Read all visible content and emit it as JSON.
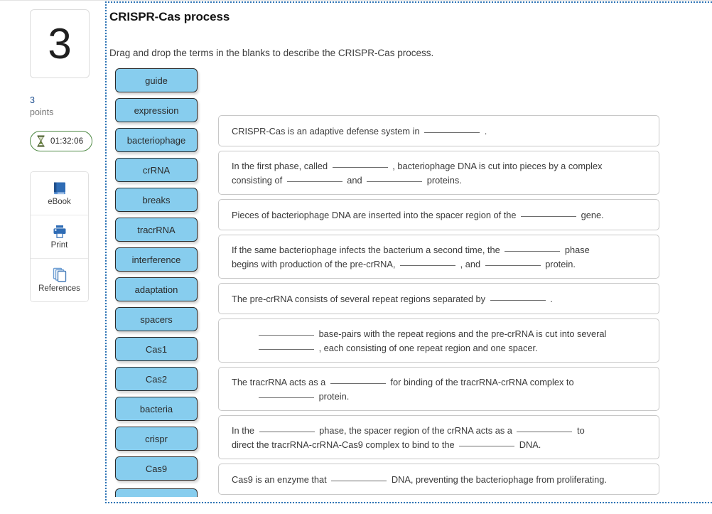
{
  "question": {
    "number": "3",
    "points_value": "3",
    "points_label": "points",
    "timer": "01:32:06"
  },
  "tools": [
    {
      "label": "eBook",
      "icon": "ebook-icon"
    },
    {
      "label": "Print",
      "icon": "printer-icon"
    },
    {
      "label": "References",
      "icon": "references-icon"
    }
  ],
  "panel": {
    "title": "CRISPR-Cas process",
    "instruction": "Drag and drop the terms in the blanks to describe the CRISPR-Cas process."
  },
  "terms": [
    {
      "label": "guide"
    },
    {
      "label": "expression"
    },
    {
      "label": "bacteriophage"
    },
    {
      "label": "crRNA"
    },
    {
      "label": "breaks"
    },
    {
      "label": "tracrRNA"
    },
    {
      "label": "interference"
    },
    {
      "label": "adaptation"
    },
    {
      "label": "spacers"
    },
    {
      "label": "Cas1"
    },
    {
      "label": "Cas2"
    },
    {
      "label": "bacteria"
    },
    {
      "label": "crispr"
    },
    {
      "label": "Cas9"
    }
  ],
  "statements": [
    {
      "id": "stmt-1",
      "lines": [
        [
          {
            "t": "text",
            "v": "CRISPR-Cas is an adaptive defense system in"
          },
          {
            "t": "blank"
          },
          {
            "t": "text",
            "v": "."
          }
        ]
      ]
    },
    {
      "id": "stmt-2",
      "lines": [
        [
          {
            "t": "text",
            "v": "In the first phase, called"
          },
          {
            "t": "blank"
          },
          {
            "t": "text",
            "v": ", bacteriophage DNA is cut into pieces by a complex"
          }
        ],
        [
          {
            "t": "text",
            "v": "consisting of"
          },
          {
            "t": "blank"
          },
          {
            "t": "text",
            "v": "and"
          },
          {
            "t": "blank"
          },
          {
            "t": "text",
            "v": "proteins."
          }
        ]
      ]
    },
    {
      "id": "stmt-3",
      "lines": [
        [
          {
            "t": "text",
            "v": "Pieces of bacteriophage DNA are inserted into the spacer region of the"
          },
          {
            "t": "blank"
          },
          {
            "t": "text",
            "v": "gene."
          }
        ]
      ]
    },
    {
      "id": "stmt-4",
      "lines": [
        [
          {
            "t": "text",
            "v": "If the same bacteriophage infects the bacterium a second time, the"
          },
          {
            "t": "blank"
          },
          {
            "t": "text",
            "v": "phase"
          }
        ],
        [
          {
            "t": "text",
            "v": "begins with production of the pre-crRNA,"
          },
          {
            "t": "blank"
          },
          {
            "t": "text",
            "v": ", and"
          },
          {
            "t": "blank"
          },
          {
            "t": "text",
            "v": "protein."
          }
        ]
      ]
    },
    {
      "id": "stmt-5",
      "lines": [
        [
          {
            "t": "text",
            "v": "The pre-crRNA consists of several repeat regions separated by"
          },
          {
            "t": "blank"
          },
          {
            "t": "text",
            "v": "."
          }
        ]
      ]
    },
    {
      "id": "stmt-6",
      "lines": [
        [
          {
            "t": "blank-lead"
          },
          {
            "t": "text",
            "v": "base-pairs with the repeat regions and the pre-crRNA is cut into several"
          }
        ],
        [
          {
            "t": "blank-lead"
          },
          {
            "t": "text",
            "v": ", each consisting of one repeat region and one spacer."
          }
        ]
      ]
    },
    {
      "id": "stmt-7",
      "lines": [
        [
          {
            "t": "text",
            "v": "The tracrRNA acts as a"
          },
          {
            "t": "blank"
          },
          {
            "t": "text",
            "v": "for binding of the tracrRNA-crRNA complex to"
          }
        ],
        [
          {
            "t": "blank-lead"
          },
          {
            "t": "text",
            "v": "protein."
          }
        ]
      ]
    },
    {
      "id": "stmt-8",
      "lines": [
        [
          {
            "t": "text",
            "v": "In the"
          },
          {
            "t": "blank"
          },
          {
            "t": "text",
            "v": "phase, the spacer region of the crRNA acts as a"
          },
          {
            "t": "blank"
          },
          {
            "t": "text",
            "v": "to"
          }
        ],
        [
          {
            "t": "text",
            "v": "direct the tracrRNA-crRNA-Cas9 complex to bind to the"
          },
          {
            "t": "blank"
          },
          {
            "t": "text",
            "v": "DNA."
          }
        ]
      ]
    },
    {
      "id": "stmt-9",
      "lines": [
        [
          {
            "t": "text",
            "v": "Cas9 is an enzyme that"
          },
          {
            "t": "blank"
          },
          {
            "t": "text",
            "v": "DNA, preventing the bacteriophage from proliferating."
          }
        ]
      ]
    }
  ],
  "colors": {
    "term_fill": "#87cdee",
    "panel_border": "#2e74b5",
    "timer_border": "#4f8a45",
    "points_value": "#1d4e8f"
  }
}
